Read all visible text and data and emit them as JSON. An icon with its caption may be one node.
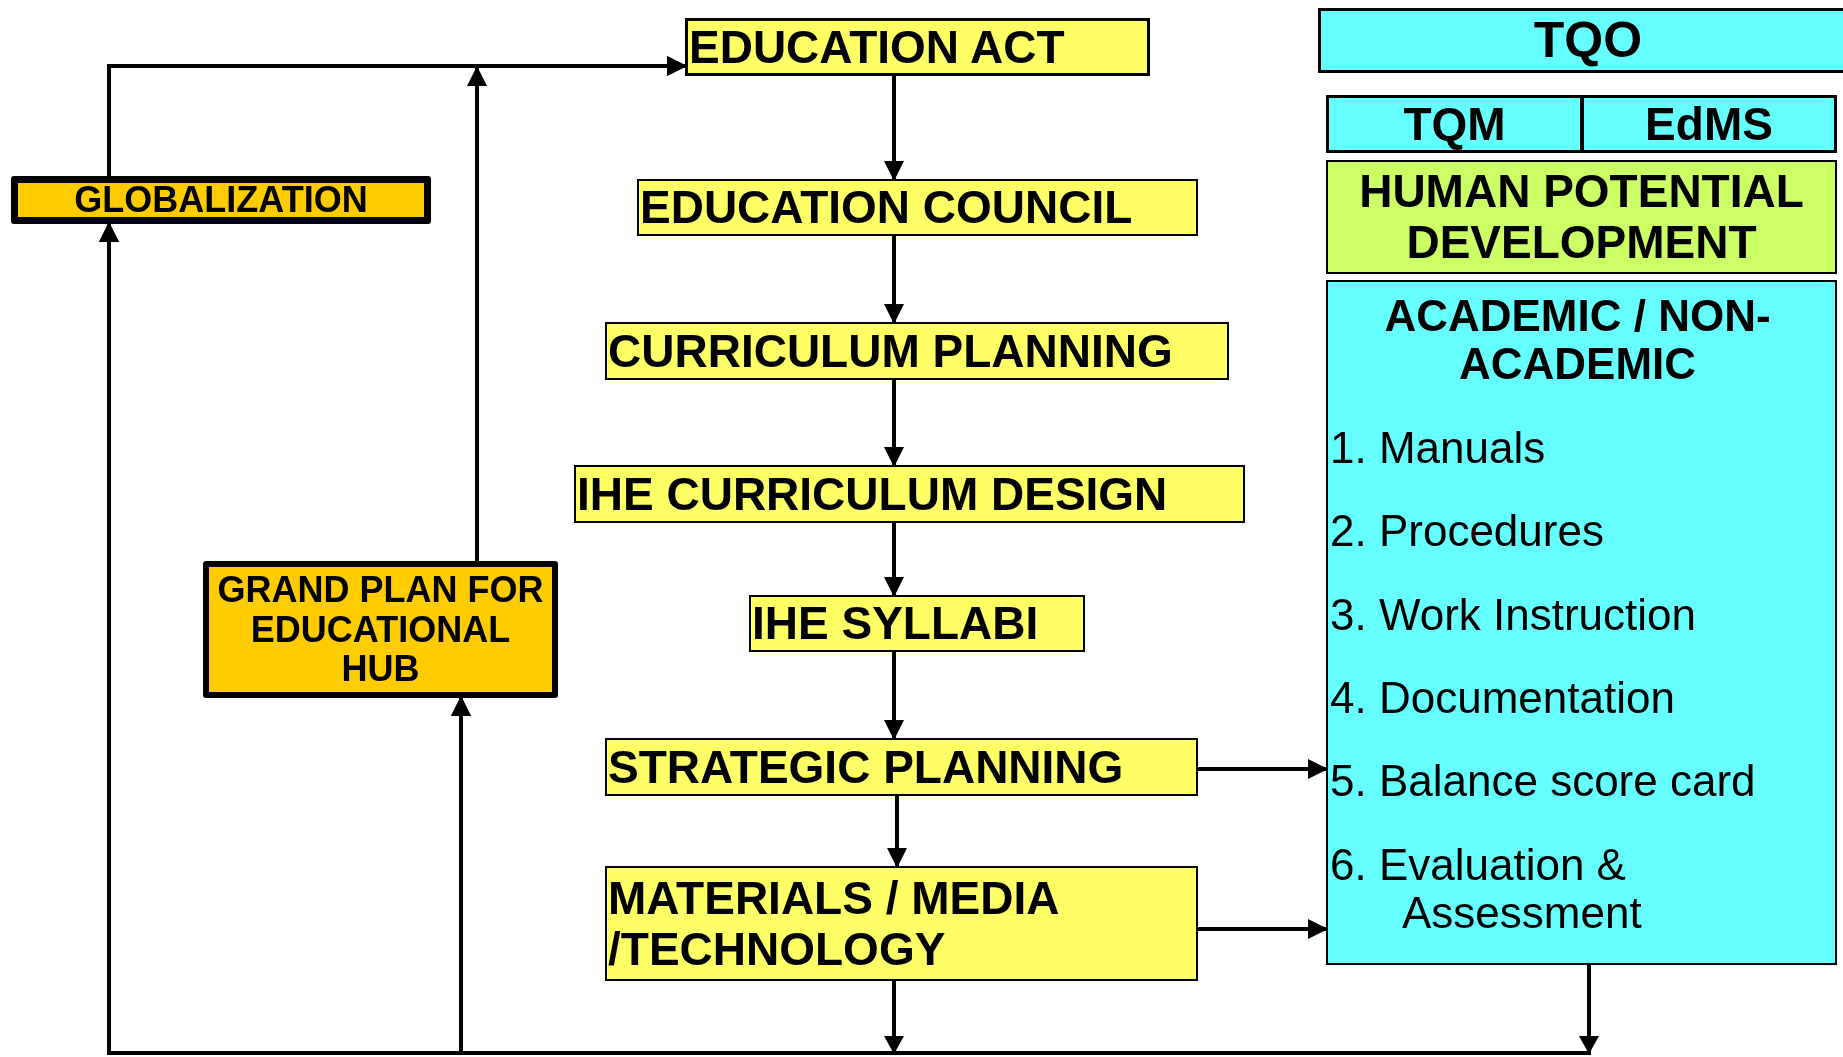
{
  "diagram": {
    "nodes": [
      {
        "text": [
          "EDUCATION ACT"
        ]
      },
      {
        "text": [
          "EDUCATION COUNCIL"
        ]
      },
      {
        "text": [
          "CURRICULUM PLANNING"
        ]
      },
      {
        "text": [
          "IHE CURRICULUM DESIGN"
        ]
      },
      {
        "text": [
          "IHE SYLLABI"
        ]
      },
      {
        "text": [
          "STRATEGIC PLANNING"
        ]
      },
      {
        "text": [
          "MATERIALS / MEDIA /TECHNOLOGY"
        ]
      },
      {
        "text": [
          "GLOBALIZATION"
        ]
      },
      {
        "text": [
          "GRAND PLAN FOR EDUCATIONAL HUB"
        ]
      },
      {
        "text": [
          "TQO"
        ]
      },
      {
        "text": [
          "TQM"
        ]
      },
      {
        "text": [
          "EdMS"
        ]
      },
      {
        "text": [
          "HUMAN POTENTIAL DEVELOPMENT"
        ]
      },
      {
        "text": [
          "ACADEMIC / NON-ACADEMIC",
          "1. Manuals",
          "2. Procedures",
          "3. Work Instruction",
          "4. Documentation",
          "5. Balance score card",
          "6. Evaluation & Assessment"
        ]
      }
    ],
    "edges": [
      {
        "from": 0,
        "to": 1,
        "arrow": "to"
      },
      {
        "from": 1,
        "to": 2,
        "arrow": "to"
      },
      {
        "from": 2,
        "to": 3,
        "arrow": "to"
      },
      {
        "from": 3,
        "to": 4,
        "arrow": "to"
      },
      {
        "from": 4,
        "to": 5,
        "arrow": "to"
      },
      {
        "from": 5,
        "to": 6,
        "arrow": "to"
      },
      {
        "from": 5,
        "to": 13,
        "arrow": "to"
      },
      {
        "from": 6,
        "to": 13,
        "arrow": "to"
      },
      {
        "from": 6,
        "to": 7,
        "arrow": "to"
      },
      {
        "from": 6,
        "to": 8,
        "arrow": "to"
      },
      {
        "from": 13,
        "to": 7,
        "arrow": "to"
      },
      {
        "from": 13,
        "to": 8,
        "arrow": "to"
      },
      {
        "from": 7,
        "to": 0,
        "arrow": "to"
      },
      {
        "from": 8,
        "to": 0,
        "arrow": "to"
      }
    ]
  }
}
